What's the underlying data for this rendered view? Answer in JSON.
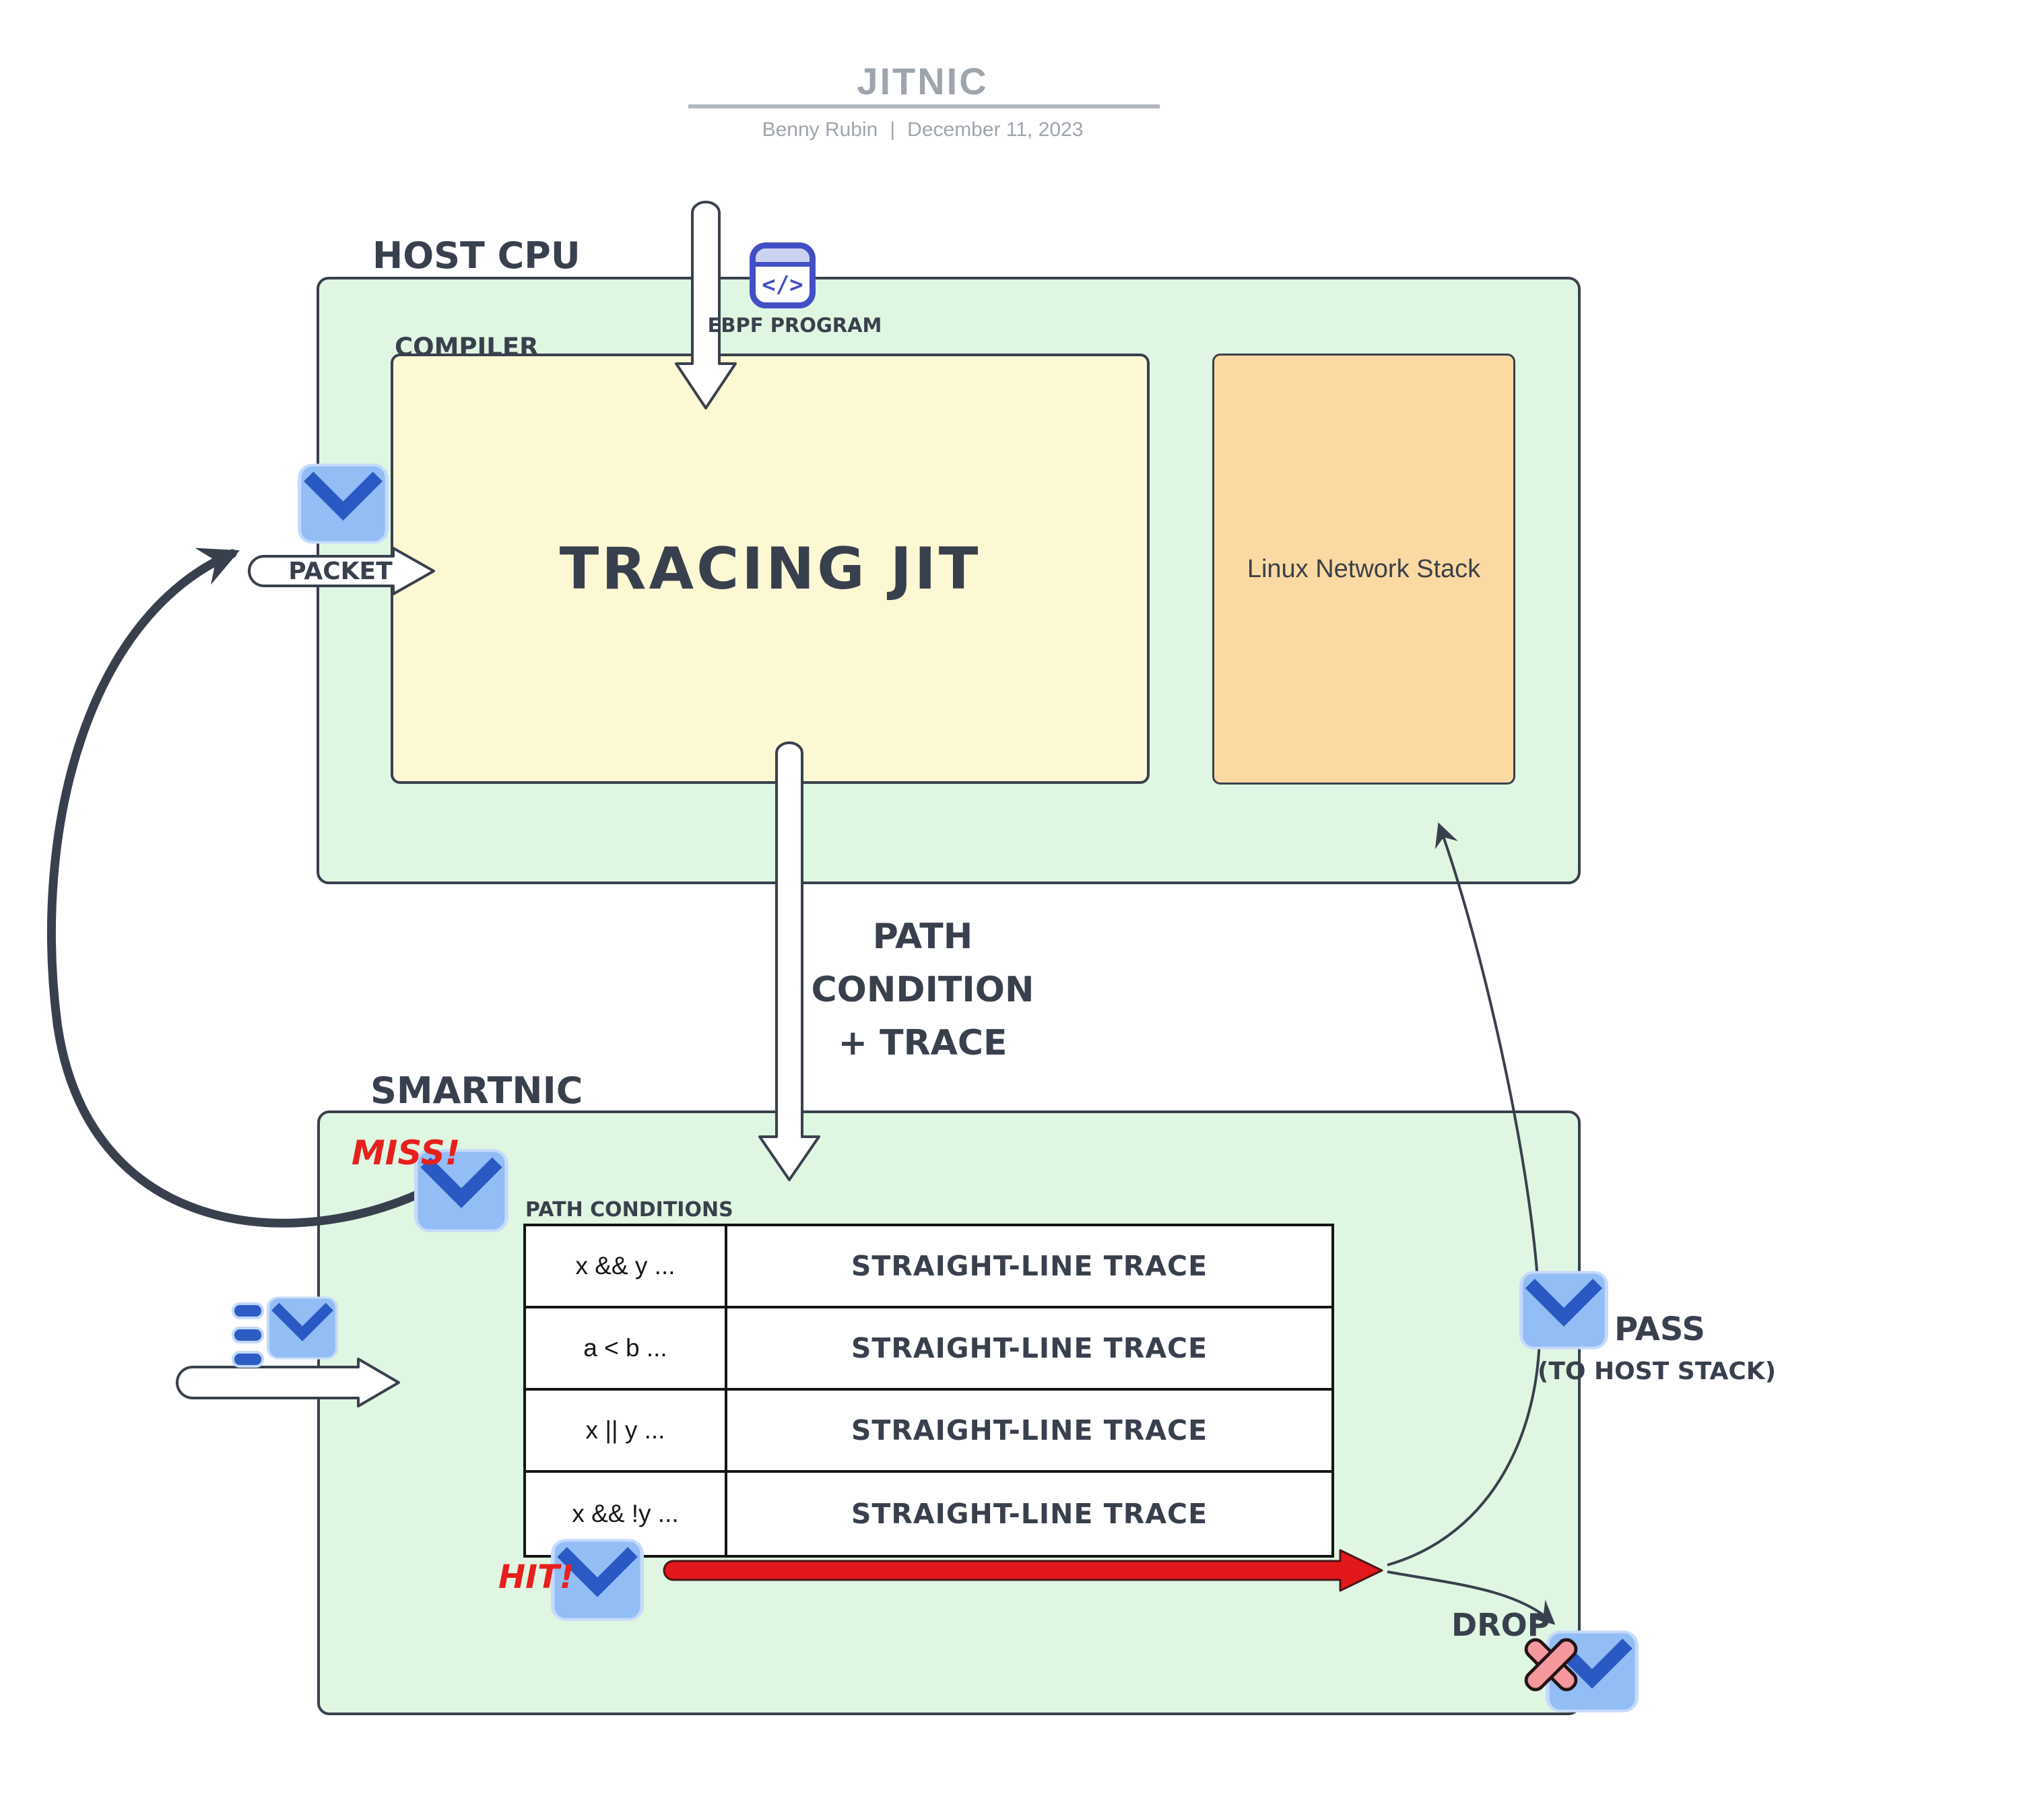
{
  "slide": {
    "title": "JITNIC",
    "author": "Benny Rubin",
    "separator": "|",
    "date": "December 11, 2023"
  },
  "host": {
    "label": "HOST CPU",
    "compiler": "COMPILER",
    "jit": "TRACING JIT",
    "stack": "Linux Network Stack",
    "ebpf_glyph": "</>",
    "ebpf_label": "EBPF PROGRAM"
  },
  "flow": {
    "packet": "PACKET",
    "path_condition": [
      "PATH",
      "CONDITION",
      "+ TRACE"
    ],
    "miss": "MISS!",
    "hit": "HIT!",
    "pass": "PASS",
    "pass_sub": "(TO HOST STACK)",
    "drop": "DROP"
  },
  "smartnic": {
    "label": "SMARTNIC",
    "table_title": "PATH CONDITIONS",
    "rows": [
      {
        "cond": "x && y ...",
        "trace": "STRAIGHT-LINE TRACE"
      },
      {
        "cond": "a < b ...",
        "trace": "STRAIGHT-LINE TRACE"
      },
      {
        "cond": "x || y ...",
        "trace": "STRAIGHT-LINE TRACE"
      },
      {
        "cond": "x && !y ...",
        "trace": "STRAIGHT-LINE TRACE"
      }
    ]
  },
  "colors": {
    "ink": "#39404d",
    "box_green": "#dff6e2",
    "box_yellow": "#fcf8d4",
    "box_orange": "#fbd9a3",
    "table_line": "#141414",
    "red_text": "#e8201d",
    "red_arrow": "#e3181c",
    "envelope_body": "#92bdf5",
    "envelope_halo": "#c6dafb",
    "envelope_flap": "#2b59c4",
    "indigo": "#4350c5",
    "x_pink": "#f4989e",
    "title_gray": "#9fa5ad"
  }
}
